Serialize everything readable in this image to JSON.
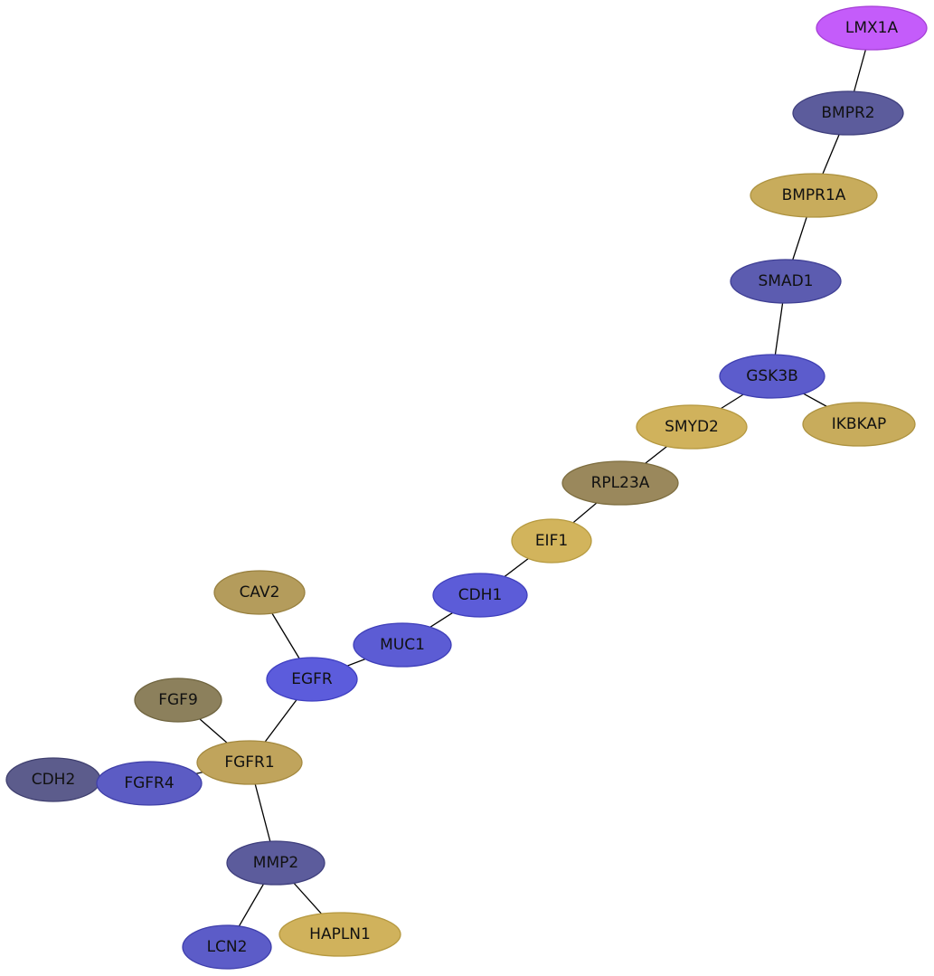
{
  "graph": {
    "nodes": [
      {
        "id": "LMX1A",
        "label": "LMX1A",
        "fill": "#c45cfa",
        "stroke": "#a53fd6"
      },
      {
        "id": "BMPR2",
        "label": "BMPR2",
        "fill": "#5c5c9c",
        "stroke": "#3f3f7d"
      },
      {
        "id": "BMPR1A",
        "label": "BMPR1A",
        "fill": "#c8ac5c",
        "stroke": "#ad923f"
      },
      {
        "id": "SMAD1",
        "label": "SMAD1",
        "fill": "#5c5cb0",
        "stroke": "#3f3f94"
      },
      {
        "id": "GSK3B",
        "label": "GSK3B",
        "fill": "#5c5ccc",
        "stroke": "#3f3fb1"
      },
      {
        "id": "IKBKAP",
        "label": "IKBKAP",
        "fill": "#c8ac5c",
        "stroke": "#ad923f"
      },
      {
        "id": "SMYD2",
        "label": "SMYD2",
        "fill": "#d0b25c",
        "stroke": "#b5983f"
      },
      {
        "id": "RPL23A",
        "label": "RPL23A",
        "fill": "#9a885c",
        "stroke": "#7d6d3f"
      },
      {
        "id": "EIF1",
        "label": "EIF1",
        "fill": "#d2b45c",
        "stroke": "#b69a3f"
      },
      {
        "id": "CDH1",
        "label": "CDH1",
        "fill": "#5c5cd8",
        "stroke": "#3f3fbd"
      },
      {
        "id": "MUC1",
        "label": "MUC1",
        "fill": "#5c5cd4",
        "stroke": "#3f3fb9"
      },
      {
        "id": "CAV2",
        "label": "CAV2",
        "fill": "#b49c5c",
        "stroke": "#98803f"
      },
      {
        "id": "EGFR",
        "label": "EGFR",
        "fill": "#5c5cdc",
        "stroke": "#3f3fc1"
      },
      {
        "id": "FGF9",
        "label": "FGF9",
        "fill": "#8c805c",
        "stroke": "#6f643f"
      },
      {
        "id": "FGFR1",
        "label": "FGFR1",
        "fill": "#c0a45c",
        "stroke": "#a4893f"
      },
      {
        "id": "CDH2",
        "label": "CDH2",
        "fill": "#5c5c8c",
        "stroke": "#3f3f6f"
      },
      {
        "id": "FGFR4",
        "label": "FGFR4",
        "fill": "#5c5cc4",
        "stroke": "#3f3fa8"
      },
      {
        "id": "MMP2",
        "label": "MMP2",
        "fill": "#5c5c9c",
        "stroke": "#3f3f7d"
      },
      {
        "id": "LCN2",
        "label": "LCN2",
        "fill": "#5c5cc8",
        "stroke": "#3f3fac"
      },
      {
        "id": "HAPLN1",
        "label": "HAPLN1",
        "fill": "#d0b25c",
        "stroke": "#b5983f"
      }
    ],
    "edges": [
      [
        "LMX1A",
        "BMPR2"
      ],
      [
        "BMPR2",
        "BMPR1A"
      ],
      [
        "BMPR1A",
        "SMAD1"
      ],
      [
        "SMAD1",
        "GSK3B"
      ],
      [
        "GSK3B",
        "IKBKAP"
      ],
      [
        "GSK3B",
        "SMYD2"
      ],
      [
        "SMYD2",
        "RPL23A"
      ],
      [
        "RPL23A",
        "EIF1"
      ],
      [
        "EIF1",
        "CDH1"
      ],
      [
        "CDH1",
        "MUC1"
      ],
      [
        "MUC1",
        "EGFR"
      ],
      [
        "CAV2",
        "EGFR"
      ],
      [
        "EGFR",
        "FGFR1"
      ],
      [
        "FGF9",
        "FGFR1"
      ],
      [
        "FGFR1",
        "FGFR4"
      ],
      [
        "FGFR1",
        "MMP2"
      ],
      [
        "MMP2",
        "LCN2"
      ],
      [
        "MMP2",
        "HAPLN1"
      ]
    ]
  }
}
